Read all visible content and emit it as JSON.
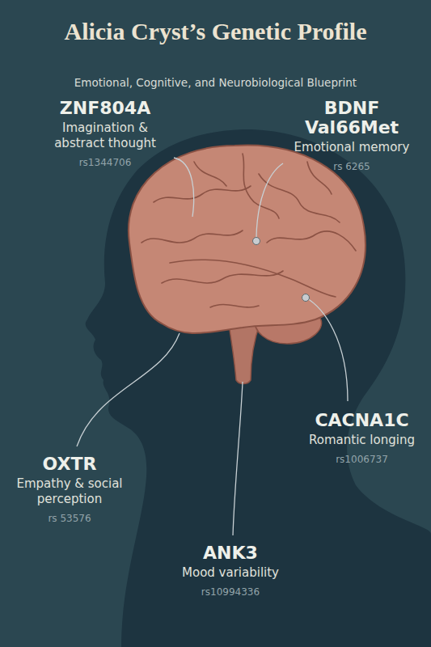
{
  "diagram": {
    "title": "Alicia Cryst’s Genetic Profile",
    "labels": [
      "Emotional, Cognitive, and Neurobiological Blueprint",
      "ZNF804A",
      "Imagination & abstract thought",
      "rs1344706",
      "BDNF Val66Met",
      "Emotional memory",
      "rs 6265",
      "CACNA1C",
      "Romantic longing",
      "rs1006737",
      "OXTR",
      "Empathy & social perception",
      "rs 53576",
      "ANK3",
      "Mood variability",
      "rs10994336"
    ]
  }
}
